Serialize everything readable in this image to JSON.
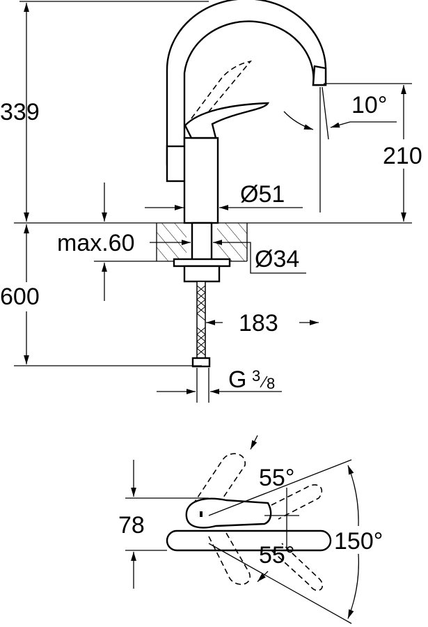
{
  "title": "Faucet dimensional drawing",
  "labels": {
    "height_total": "339",
    "spout_angle": "10°",
    "spout_height": "210",
    "body_diameter": "Ø51",
    "max_thickness": "max.60",
    "hole_diameter": "Ø34",
    "hose_length": "600",
    "spout_reach": "183",
    "connection_g": "G",
    "connection_num": "3",
    "connection_den": "8",
    "lever_angle_top": "55°",
    "lever_width": "78",
    "swivel_angle": "150°",
    "lever_angle_bottom": "55°"
  }
}
